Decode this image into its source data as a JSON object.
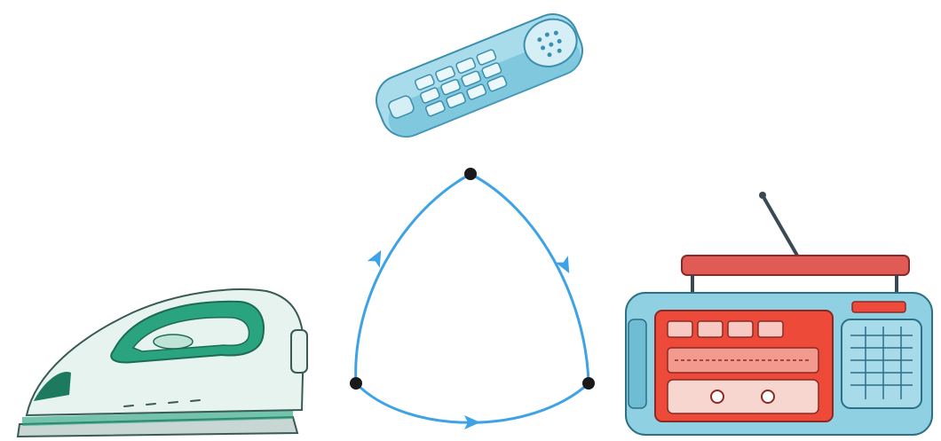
{
  "diagram": {
    "nodes": [
      {
        "id": "top",
        "object": "cordless-phone"
      },
      {
        "id": "left",
        "object": "clothes-iron"
      },
      {
        "id": "right",
        "object": "radio-cassette-player"
      }
    ],
    "edges": [
      {
        "from": "left",
        "to": "top",
        "direction": "clockwise"
      },
      {
        "from": "top",
        "to": "right",
        "direction": "clockwise"
      },
      {
        "from": "left",
        "to": "right",
        "direction": "left-to-right"
      }
    ],
    "colors": {
      "arrow": "#3ea2e6",
      "node": "#1a1a1a",
      "phone_body": "#a9dcea",
      "phone_accent": "#5fb8d4",
      "iron_body": "#e6f3ef",
      "iron_accent": "#2aa37f",
      "radio_body": "#8fd0e2",
      "radio_panel": "#ee4a3a",
      "radio_handle": "#e05b55"
    },
    "icons": [
      "cordless-phone-icon",
      "clothes-iron-icon",
      "radio-cassette-icon"
    ]
  }
}
